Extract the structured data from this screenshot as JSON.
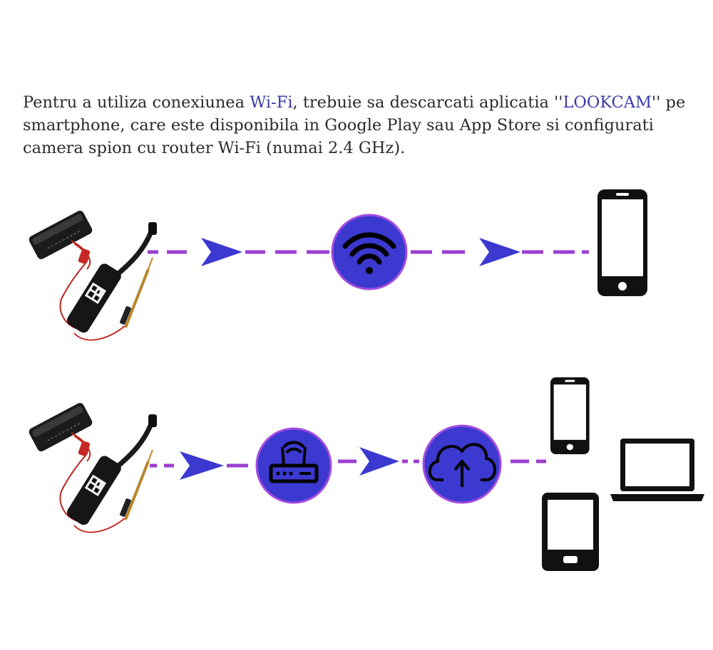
{
  "intro": {
    "part1": "Pentru a utiliza conexiunea ",
    "wifi": "Wi-Fi",
    "part2": ", trebuie sa descarcati aplicatia ''",
    "app": "LOOKCAM",
    "part3": "'' pe smartphone, care este disponibila in Google Play sau App Store si configurati camera spion cu router Wi-Fi (numai 2.4 GHz)."
  },
  "colors": {
    "text": "#2b2b2b",
    "highlight": "#3a3aa8",
    "dash": "#9b3fd0",
    "arrow": "#3b39cf",
    "circle_fill": "#3b39cf",
    "circle_stroke": "#a24be0",
    "device": "#111111"
  },
  "rows": [
    {
      "name": "direct-wifi",
      "nodes": [
        "spy-camera-module",
        "wifi-icon",
        "smartphone-icon"
      ]
    },
    {
      "name": "router-cloud",
      "nodes": [
        "spy-camera-module",
        "router-icon",
        "cloud-upload-icon",
        "smartphone-icon",
        "laptop-icon",
        "tablet-icon"
      ]
    }
  ]
}
